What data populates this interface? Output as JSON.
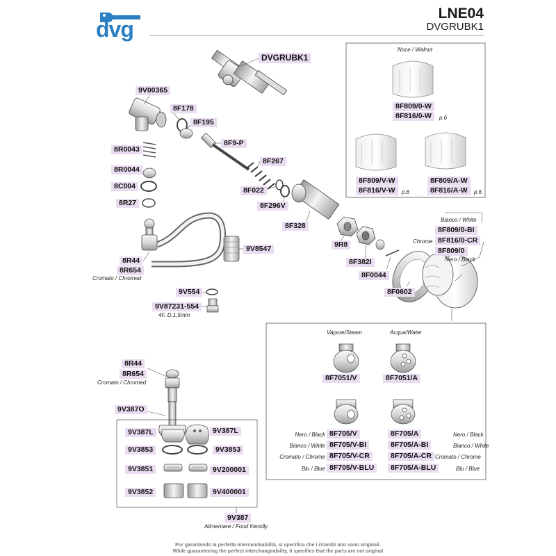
{
  "header": {
    "brand": "dvg",
    "brand_color": "#2b7fc3",
    "code": "LNE04",
    "subcode": "DVGRUBK1"
  },
  "labels": {
    "dvgrubk1": "DVGRUBK1",
    "p9v00365": "9V00365",
    "p8f178": "8F178",
    "p8f195": "8F195",
    "p8f9p": "8F9-P",
    "p8r0043": "8R0043",
    "p8f267": "8F267",
    "p8r0044": "8R0044",
    "p8c004": "8C004",
    "p8f022": "8F022",
    "p8r27": "8R27",
    "p8f296v": "8F296V",
    "p8f328": "8F328",
    "p9r8": "9R8",
    "p9v8547": "9V8547",
    "p8r44": "8R44",
    "p8r654": "8R654",
    "p8f382i": "8F382I",
    "p8f0044": "8F0044",
    "p9v554": "9V554",
    "p8f0602": "8F0602",
    "p9v87231": "9V87231-554",
    "p8r44b": "8R44",
    "p8r654b": "8R654",
    "p9v387o": "9V387O",
    "p9v387l_a": "9V387L",
    "p9v387l_b": "9V387L",
    "p9v3853_a": "9V3853",
    "p9v3853_b": "9V3853",
    "p9v3851": "9V3851",
    "p9v200001": "9V200001",
    "p9v3852": "9V3852",
    "p9v400001": "9V400001",
    "p9v387": "9V387"
  },
  "notes": {
    "cromato1": "Cromato / Chromed",
    "thread": "4F. D.1,5mm",
    "cromato2": "Cromato / Chromed",
    "alimentare": "Alimentare / Food friendly"
  },
  "knob_box": {
    "walnut_title": "Noce / Walnut",
    "walnut_codes": [
      "8F809/0-W",
      "8F816/0-W"
    ],
    "walnut_page": "p.6",
    "v_codes": [
      "8F809/V-W",
      "8F816/V-W"
    ],
    "v_page": "p.6",
    "a_codes": [
      "8F809/A-W",
      "8F816/A-W"
    ],
    "a_page": "p.6"
  },
  "knob_right": {
    "white_title": "Bianco / White",
    "code_bi": "8F809/0-BI",
    "chrome_label": "Chrome",
    "code_cr": "8F816/0-CR",
    "code_black": "8F809/0",
    "black_label": "Nero / Black"
  },
  "insert_box": {
    "steam_title": "Vapore/Steam",
    "water_title": "Acqua/Water",
    "steam_code": "8F7051/V",
    "water_code": "8F7051/A",
    "left_rows": [
      {
        "finish": "Nero / Black",
        "code": "8F705/V"
      },
      {
        "finish": "Bianco / White",
        "code": "8F705/V-BI"
      },
      {
        "finish": "Cromato / Chrome",
        "code": "8F705/V-CR"
      },
      {
        "finish": "Blu / Blue",
        "code": "8F705/V-BLU"
      }
    ],
    "right_rows": [
      {
        "finish": "Nero / Black",
        "code": "8F705/A"
      },
      {
        "finish": "Bianco / White",
        "code": "8F705/A-BI"
      },
      {
        "finish": "Cromato / Chrome",
        "code": "8F705/A-CR"
      },
      {
        "finish": "Blu / Blue",
        "code": "8F705/A-BLU"
      }
    ]
  },
  "footer": {
    "line1": "Pur garantendo la perfetta intercambiabilità, si specifica che i ricambi non sono originali.",
    "line2": "While guaranteeing the perfect interchangeability, it specifies that the parts are not original"
  }
}
